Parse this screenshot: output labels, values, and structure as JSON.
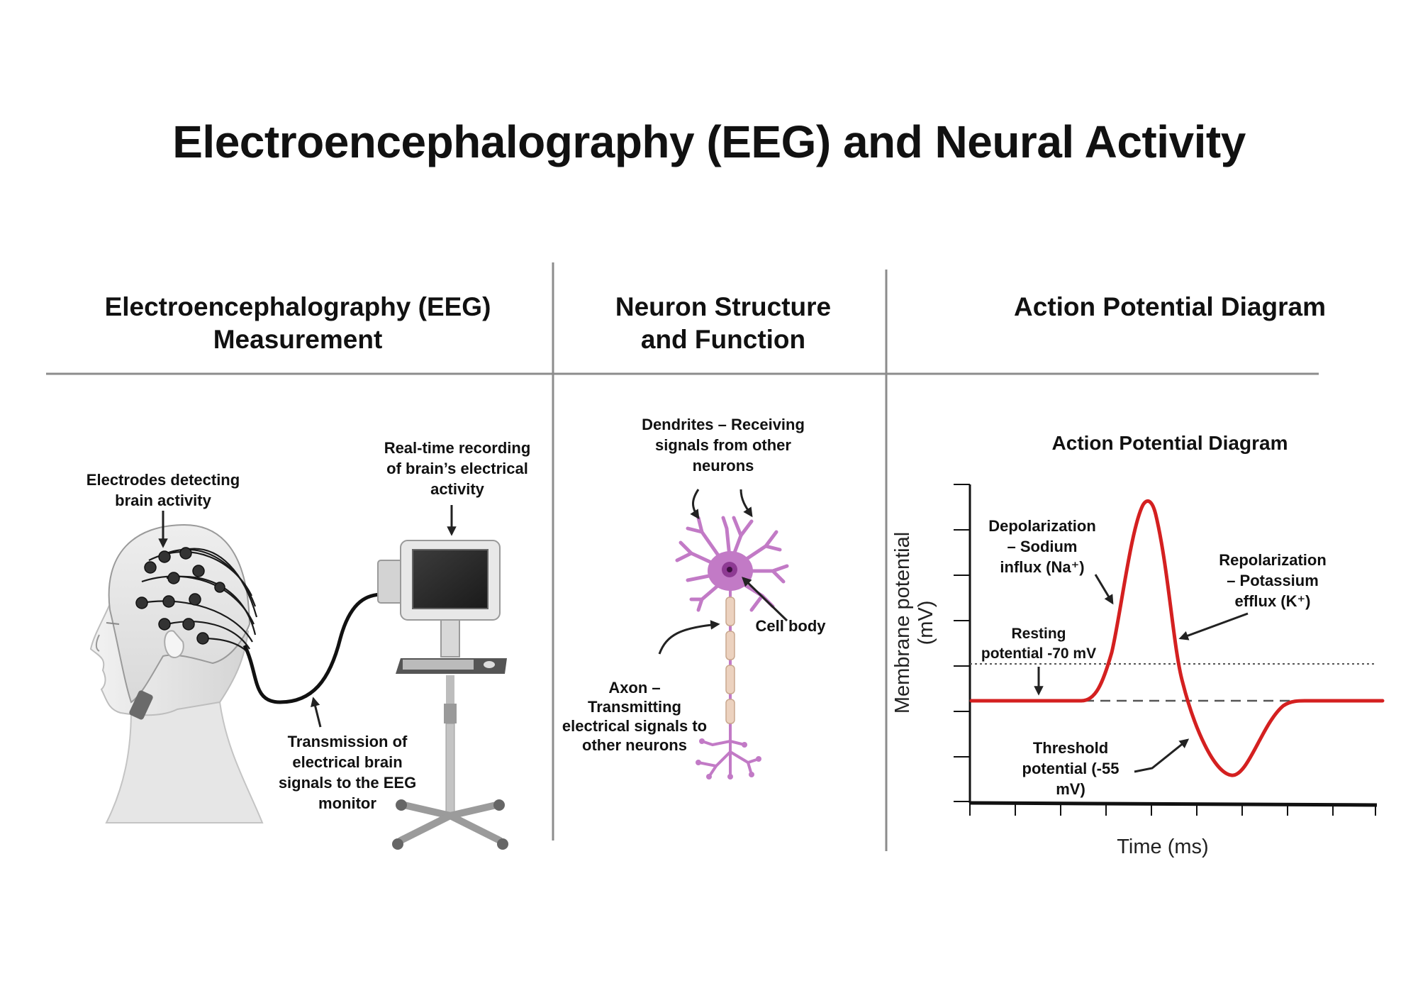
{
  "title": "Electroencephalography (EEG) and Neural Activity",
  "columns": {
    "eeg": "Electroencephalography (EEG)\nMeasurement",
    "neuron": "Neuron Structure\nand Function",
    "action": "Action Potential Diagram"
  },
  "eeg_panel": {
    "electrodes_label": "Electrodes detecting\nbrain activity",
    "recording_label": "Real-time recording\nof brain’s electrical\nactivity",
    "transmission_label": "Transmission of\nelectrical brain\nsignals to the EEG\nmonitor"
  },
  "neuron_panel": {
    "dendrites_label": "Dendrites – Receiving\nsignals from other\nneurons",
    "cell_body_label": "Cell body",
    "axon_label": "Axon –\nTransmitting\nelectrical signals to\nother neurons"
  },
  "action_panel": {
    "chart_title": "Action Potential Diagram",
    "ylabel": "Membrane potential (mV)",
    "xlabel": "Time (ms)",
    "depolarization_label": "Depolarization\n– Sodium\ninflux (Na⁺)",
    "repolarization_label": "Repolarization\n– Potassium\nefflux (K⁺)",
    "resting_label": "Resting\npotential -70 mV",
    "threshold_label": "Threshold\npotential (-55\nmV)"
  },
  "colors": {
    "curve": "#d42020",
    "text": "#111111",
    "neuron": "#c27ac6",
    "axon_myelin": "#ecd2bf",
    "divider": "#8c8c8c"
  }
}
